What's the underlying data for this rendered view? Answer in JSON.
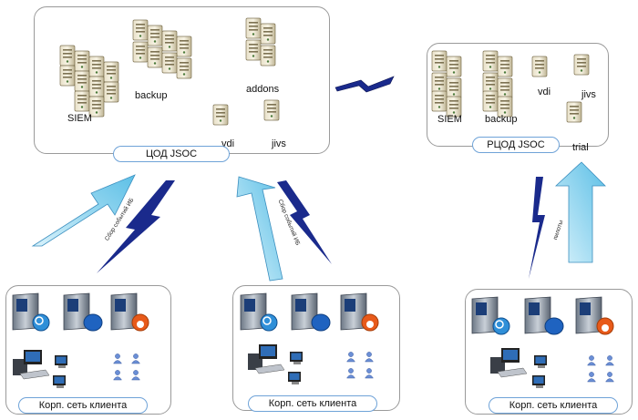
{
  "main_dc": {
    "title": "ЦОД JSOC",
    "servers": {
      "siem": "SIEM",
      "backup": "backup",
      "addons": "addons",
      "vdi": "vdi",
      "jivs": "jivs"
    }
  },
  "reserve_dc": {
    "title": "РЦОД JSOC",
    "servers": {
      "siem": "SIEM",
      "backup": "backup",
      "vdi": "vdi",
      "jivs": "jivs",
      "trial": "trial"
    }
  },
  "flows": {
    "left": "Сбор событий ИБ",
    "middle": "Сбор событий ИБ",
    "right": "пилоты"
  },
  "clients": [
    {
      "title": "Корп. сеть клиента"
    },
    {
      "title": "Корп. сеть клиента"
    },
    {
      "title": "Корп. сеть клиента"
    }
  ],
  "colors": {
    "arrow_fill": "#8fd3ec",
    "lightning": "#1a2a8c",
    "pill_border": "#6fa3d8"
  }
}
